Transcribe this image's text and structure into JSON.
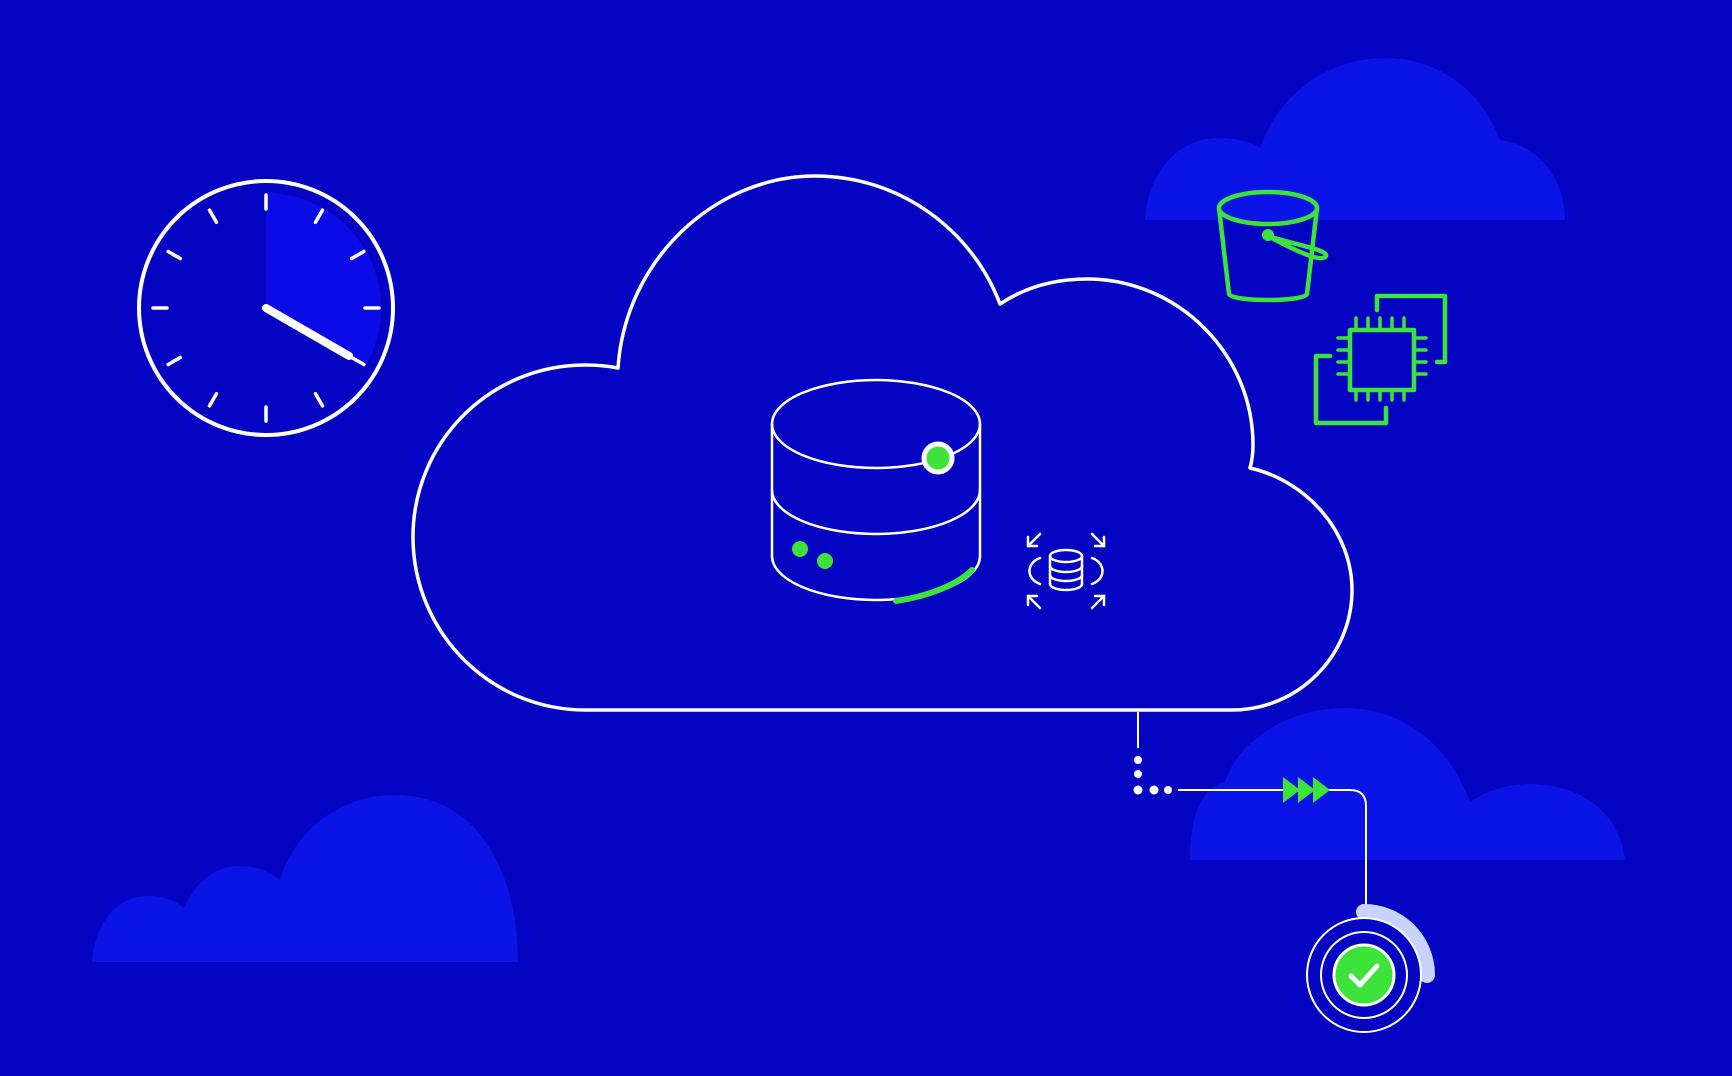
{
  "colors": {
    "background": "#0404c2",
    "backdrop_cloud": "#0a14e6",
    "outline": "#ffffff",
    "accent_green": "#3de23a",
    "clock_sector": "#0b0be8",
    "progress_ring": "#c9d3ff"
  },
  "icons": [
    "clock-icon",
    "database-icon",
    "database-scaling-icon",
    "storage-bucket-icon",
    "compute-instances-icon",
    "fast-forward-icon",
    "success-check-icon"
  ],
  "clock": {
    "hour": 4,
    "minute": 0,
    "elapsed_fraction": 0.333
  },
  "progress_ring": {
    "fraction": 0.25
  }
}
